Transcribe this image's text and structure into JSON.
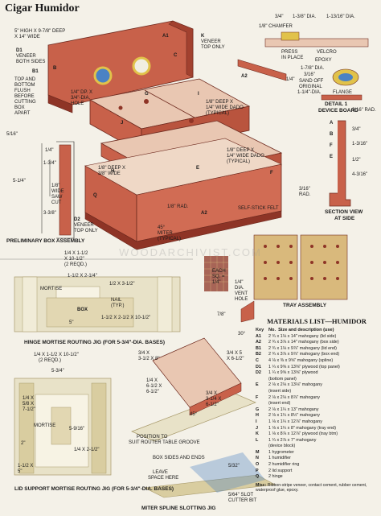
{
  "title": "Cigar Humidor",
  "colors": {
    "wood": "#c8614a",
    "wood_dark": "#8e3426",
    "wood_light": "#e9c7b2",
    "jig": "#e8e2c8",
    "jig_dark": "#a89a6b",
    "plywood": "#d9b97c",
    "gauge_blue": "#4a82c4",
    "gauge_gold": "#e1c24a",
    "ink": "#1a1a1a",
    "paper": "#f4f1e8"
  },
  "labels": {
    "overall_size": "5\" HIGH X 9-7/8\" DEEP",
    "overall_size2": "X 14\" WIDE",
    "d1_a": "D1",
    "d1_b": "VENEER",
    "d1_c": "BOTH SIDES",
    "b1": "B1",
    "top_bottom_1": "TOP AND",
    "top_bottom_2": "BOTTOM",
    "top_bottom_3": "FLUSH",
    "top_bottom_4": "BEFORE",
    "top_bottom_5": "CUTTING",
    "top_bottom_6": "BOX",
    "top_bottom_7": "APART",
    "k_veneer_1": "K",
    "k_veneer_2": "VENEER",
    "k_veneer_3": "TOP ONLY",
    "a1": "A1",
    "c": "C",
    "b": "B",
    "a2_top": "A2",
    "g": "G",
    "i_lbl": "I",
    "j_lbl": "J",
    "hole_1": "1/4\" DP. X",
    "hole_2": "3/4\"-DIA.",
    "hole_3": "HOLE",
    "dado_1": "1/8\" DEEP X",
    "dado_2": "1/4\" WIDE DADO",
    "dado_3": "(TYPICAL)",
    "deep_x_1": "1/8\" DEEP X",
    "deep_x_2": "3/8\" WIDE",
    "dims_left_1": "5/16\"",
    "dims_left_2": "1/4\"",
    "dims_left_3": "1-3/4\"",
    "dims_left_4": "5-1/4\"",
    "dims_left_5": "1/8\"",
    "dims_left_6": "WIDE",
    "dims_left_7": "SAW",
    "dims_left_8": "CUT",
    "dims_left_9": "3-3/8\"",
    "deep_mid_1": "1/8\" DEEP X",
    "deep_mid_2": "1/4\" WIDE DADO",
    "deep_mid_3": "(TYPICAL)",
    "e": "E",
    "f": "F",
    "h": "H",
    "a2_mid": "A2",
    "q": "Q",
    "d2_1": "D2",
    "d2_2": "VENEER",
    "d2_3": "TOP ONLY",
    "rad": "1/8\" RAD.",
    "selfstick": "SELF-STICK FELT",
    "miter_1": "45°",
    "miter_2": "MITER",
    "miter_3": "(TYPICAL)",
    "dims_right_1": "3/16\" RAD.",
    "dims_right_2": "3/4\"",
    "dims_right_3": "1-3/16\"",
    "dims_right_4": "1/2\"",
    "dims_right_5": "4-3/16\"",
    "dims_right_6": "3/16\"",
    "dims_right_7": "RAD.",
    "prelim": "PRELIMINARY BOX ASSEMBLY",
    "chamfer": "1/8\" CHAMFER",
    "d_3_4": "3/4\"",
    "d_1_3_8": "1-3/8\" DIA.",
    "d_1_13_16": "1-13/16\" DIA.",
    "press_1": "PRESS",
    "press_2": "IN PLACE",
    "velcro": "VELCRO",
    "epoxy": "EPOXY",
    "d_1_7_8": "1-7/8\" DIA.",
    "d_3_16": "3/16\"",
    "d_1_4": "1/4\"",
    "sand_1": "SAND OFF",
    "sand_2": "ORIGINAL",
    "sand_3": "FLANGE",
    "d_1_14": "1-1/4\"-DIA.",
    "detail_1": "DETAIL 1",
    "detail_2": "DEVICE BOARD",
    "a_right": "A",
    "b_right": "B",
    "f_right": "F",
    "e_right": "E",
    "section_1": "SECTION VIEW",
    "section_2": "AT SIDE",
    "each_1": "EACH",
    "each_2": "SQ. =",
    "each_3": "1/4\"",
    "vent_1": "1/4\"",
    "vent_2": "DIA.",
    "vent_3": "VENT",
    "vent_4": "HOLE",
    "tray_deg": "30°",
    "tray_dim": "7/8\"",
    "tray": "TRAY ASSEMBLY",
    "wm": "WOODARCHIVIST.COM",
    "hinge_t1": "1/4 X 1-1/2",
    "hinge_t2": "X 10-1/2\"",
    "hinge_t3": "(2 REQD.)",
    "hinge_mort": "MORTISE",
    "hinge_d1": "1-1/2 X 2-1/4\"",
    "hinge_d2": "1/2 X 3-1/2\"",
    "hinge_box": "BOX",
    "hinge_nail_1": "NAIL",
    "hinge_nail_2": "(TYP.)",
    "hinge_d3": "1-1/2 X 2-1/2 X 10-1/2\"",
    "hinge_d4": "5\"",
    "hinge_cap": "HINGE MORTISE ROUTING JIG (FOR 5-3/4\"-DIA. BASES)",
    "lid_t1": "1/4 X 1-1/2 X 10-1/2\"",
    "lid_t2": "(2 REQD.)",
    "lid_d1": "5-3/4\"",
    "lid_d2": "1/4 X",
    "lid_d3": "5/8 X",
    "lid_d4": "7-1/2\"",
    "lid_mort": "MORTISE",
    "lid_d5": "5-9/16\"",
    "lid_d6": "2\"",
    "lid_d7": "1/4 X 2-1/2\"",
    "lid_d8": "1-1/2 X",
    "lid_d9": "5\"",
    "lid_cap": "LID SUPPORT MORTISE ROUTING JIG (FOR 5-3/4\"-DIA. BASES)",
    "mit_d1": "3/4 X",
    "mit_d2": "3-1/2 X 8\"",
    "mit_d3": "3/4 X 5",
    "mit_d4": "X 6-1/2\"",
    "mit_d5": "1/4 X",
    "mit_d6": "6-1/2 X",
    "mit_d7": "6-1/2\"",
    "mit_d8": "3/4 X",
    "mit_d9": "3-1/4 X",
    "mit_d10": "6-1/2\"",
    "mit_deg": "45°",
    "mit_pos_1": "POSITION TO",
    "mit_pos_2": "SUIT ROUTER TABLE GROOVE",
    "mit_box": "BOX SIDES AND ENDS",
    "mit_leave_1": "LEAVE",
    "mit_leave_2": "SPACE HERE",
    "mit_532": "5/32\"",
    "mit_slot_1": "5/64\" SLOT",
    "mit_slot_2": "CUTTER BIT",
    "mit_cap": "MITER SPLINE SLOTTING JIG"
  },
  "materials": {
    "title": "MATERIALS LIST—HUMIDOR",
    "head_key": "Key",
    "head_no": "No.",
    "head_desc": "Size and description (use)",
    "rows": [
      {
        "key": "A1",
        "desc": "2   ¾ x 1⅛ x 14\" mahogany (lid side)"
      },
      {
        "key": "A2",
        "desc": "2   ¾ x 3⅞ x 14\" mahogany (box side)"
      },
      {
        "key": "B1",
        "desc": "2   ¾ x 1⅛ x 9⅞\" mahogany (lid end)"
      },
      {
        "key": "B2",
        "desc": "2   ¾ x 3⅞ x 9⅞\" mahogany (box end)"
      },
      {
        "key": "C",
        "desc": "4   ⅛ x ⅜ x 9⅝\" mahogany (spline)"
      },
      {
        "key": "D1",
        "desc": "1   ¼ x 9⅝ x 13⅝\" plywood (top panel)"
      },
      {
        "key": "D2",
        "desc": "1   ¼ x 9⅝ x 13⅝\" plywood"
      },
      {
        "key": "",
        "desc": "      (bottom panel)"
      },
      {
        "key": "E",
        "desc": "2   ⅛ x 2⅛ x 13⅛\" mahogany"
      },
      {
        "key": "",
        "desc": "      (insert side)"
      },
      {
        "key": "F",
        "desc": "2   ⅛ x 2⅛ x 8⅞\" mahogany"
      },
      {
        "key": "",
        "desc": "      (insert end)"
      },
      {
        "key": "G",
        "desc": "2   ⅛ x 1¼ x 13\" mahogany"
      },
      {
        "key": "H",
        "desc": "2   ⅛ x 1¼ x 8½\" mahogany"
      },
      {
        "key": "I",
        "desc": "1   ⅛ x 1¼ x 12⅞\" mahogany"
      },
      {
        "key": "J",
        "desc": "1   ⅛ x 1¼ x 8\" mahogany (tray end)"
      },
      {
        "key": "K",
        "desc": "1   ⅛ x 8⅞ x 12⅞\" plywood (tray btm)"
      },
      {
        "key": "L",
        "desc": "1   ¼ x 2⅞ x 7\" mahogany"
      },
      {
        "key": "",
        "desc": "      (device block)"
      },
      {
        "key": "M",
        "desc": "1   hygrometer"
      },
      {
        "key": "N",
        "desc": "1   humidifier"
      },
      {
        "key": "O",
        "desc": "2   humidifier ring"
      },
      {
        "key": "P",
        "desc": "2   lid support"
      },
      {
        "key": "Q",
        "desc": "2   hinge"
      }
    ],
    "misc_label": "Misc:",
    "misc_text": "Ribbon-stripe veneer, contact cement, rubber cement, waterproof glue, epoxy."
  }
}
